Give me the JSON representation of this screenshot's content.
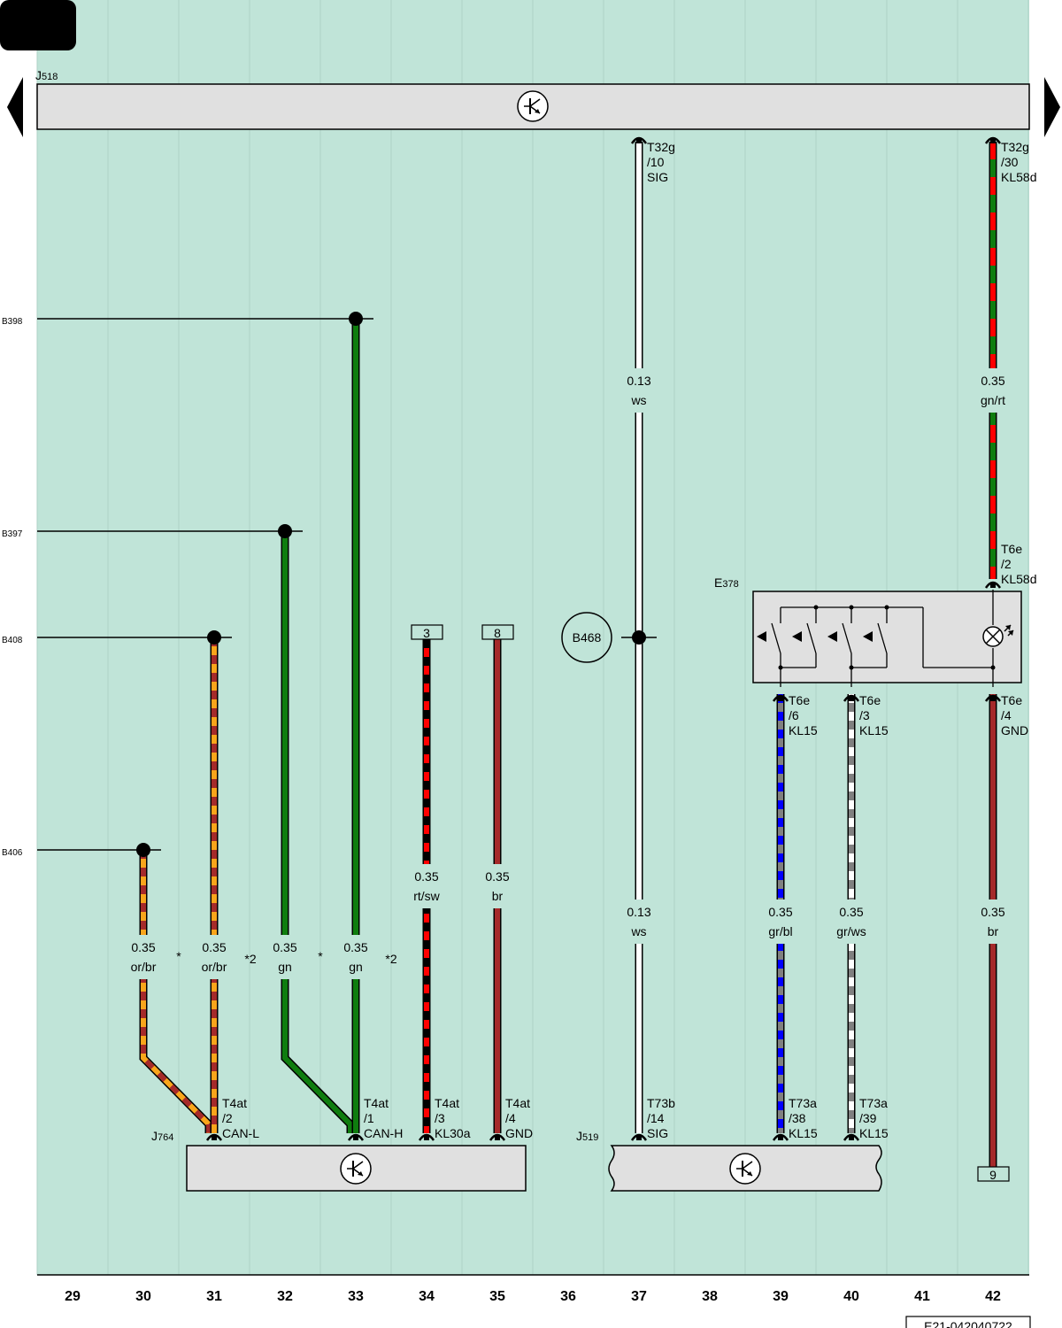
{
  "components": {
    "J518": {
      "letter": "J",
      "sub": "518"
    },
    "J764": {
      "letter": "J",
      "sub": "764"
    },
    "J519": {
      "letter": "J",
      "sub": "519"
    },
    "E378": {
      "letter": "E",
      "sub": "378"
    },
    "B468": "B468"
  },
  "refs": [
    "B398",
    "B397",
    "B408",
    "B406"
  ],
  "boxes": {
    "b3": "3",
    "b8": "8",
    "b9": "9"
  },
  "pins": {
    "t32g10": [
      "T32g",
      "/10",
      "SIG"
    ],
    "t32g30": [
      "T32g",
      "/30",
      "KL58d"
    ],
    "t6e2": [
      "T6e",
      "/2",
      "KL58d"
    ],
    "t6e6": [
      "T6e",
      "/6",
      "KL15"
    ],
    "t6e3": [
      "T6e",
      "/3",
      "KL15"
    ],
    "t6e4": [
      "T6e",
      "/4",
      "GND"
    ],
    "t4at2": [
      "T4at",
      "/2",
      "CAN-L"
    ],
    "t4at1": [
      "T4at",
      "/1",
      "CAN-H"
    ],
    "t4at3": [
      "T4at",
      "/3",
      "KL30a"
    ],
    "t4at4": [
      "T4at",
      "/4",
      "GND"
    ],
    "t73b14": [
      "T73b",
      "/14",
      "SIG"
    ],
    "t73a38": [
      "T73a",
      "/38",
      "KL15"
    ],
    "t73a39": [
      "T73a",
      "/39",
      "KL15"
    ]
  },
  "wires": {
    "w30": [
      "0.35",
      "or/br"
    ],
    "w31": [
      "0.35",
      "or/br"
    ],
    "w32": [
      "0.35",
      "gn"
    ],
    "w33": [
      "0.35",
      "gn"
    ],
    "w34": [
      "0.35",
      "rt/sw"
    ],
    "w35": [
      "0.35",
      "br"
    ],
    "w37a": [
      "0.13",
      "ws"
    ],
    "w37b": [
      "0.13",
      "ws"
    ],
    "w39": [
      "0.35",
      "gr/bl"
    ],
    "w40": [
      "0.35",
      "gr/ws"
    ],
    "w42a": [
      "0.35",
      "gn/rt"
    ],
    "w42b": [
      "0.35",
      "br"
    ]
  },
  "notes": {
    "n1": "*",
    "n2": "*2",
    "n3": "*",
    "n4": "*2"
  },
  "columns": [
    "29",
    "30",
    "31",
    "32",
    "33",
    "34",
    "35",
    "36",
    "37",
    "38",
    "39",
    "40",
    "41",
    "42"
  ],
  "doc_id": "E21-042040722",
  "colors": {
    "background": "#c0e4d8",
    "grid": "#aed2c6",
    "component_fill": "#e0e0e0",
    "orange": "#f9a51b",
    "brown": "#a52a2a",
    "green": "#0f7d0f",
    "red": "#ff0000",
    "black": "#000000",
    "blue": "#0000ff",
    "grey": "#808080",
    "white": "#ffffff"
  }
}
